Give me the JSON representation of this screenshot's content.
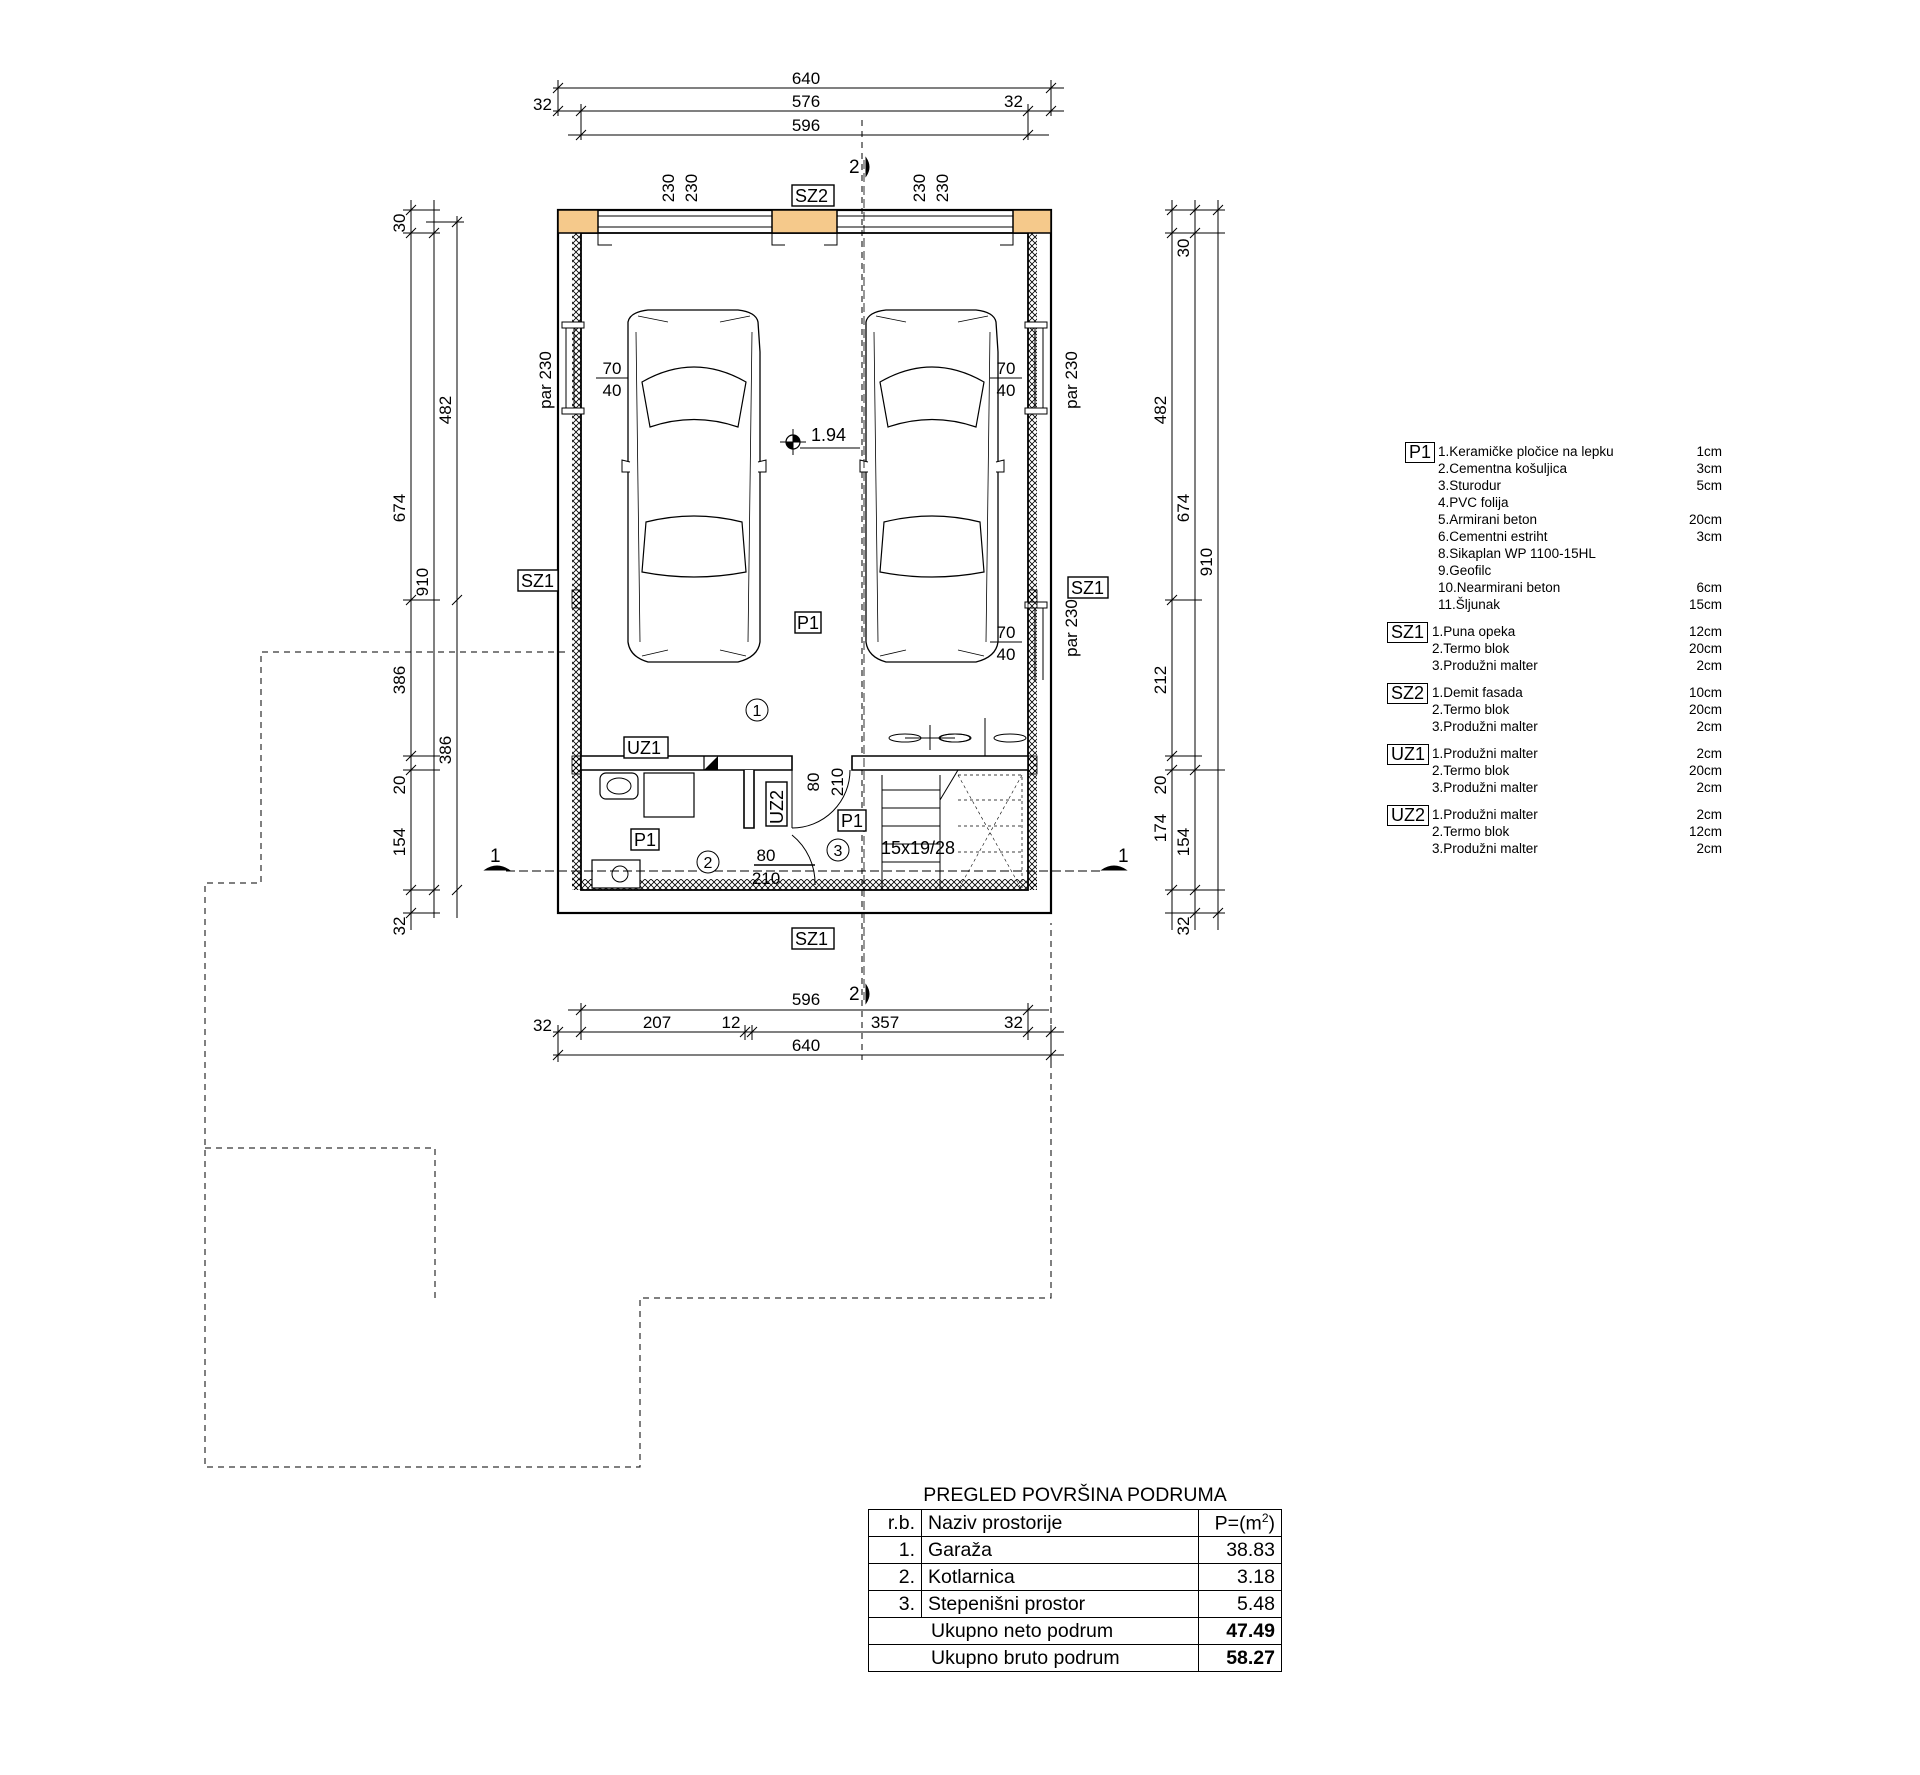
{
  "plan": {
    "top_dims": {
      "overall": "640",
      "inner": "576",
      "left_wall": "32",
      "right_wall": "32",
      "clear": "596"
    },
    "bottom_dims": {
      "clear": "596",
      "left_wall": "32",
      "seg1": "207",
      "seg2": "12",
      "seg3": "357",
      "right_wall": "32",
      "overall": "640"
    },
    "left_dims": {
      "top": "30",
      "upper": "674",
      "outer": "482",
      "total": "910",
      "lower": "386",
      "partition": "20",
      "bottom_room": "154",
      "bottom_wall": "32"
    },
    "right_dims": {
      "top": "30",
      "outer": "482",
      "upper": "674",
      "total": "910",
      "mid": "212",
      "partition": "20",
      "stair_room": "174",
      "bottom_room": "154",
      "bottom_wall": "32"
    },
    "window_labels": {
      "top_left": "230",
      "top_left_2": "230",
      "top_right": "230",
      "top_right_2": "230",
      "side_left": "par 230",
      "side_right_top": "par 230",
      "side_right_bottom": "par 230"
    },
    "window_sizes": {
      "w70": "70",
      "h40": "40"
    },
    "door_sizes": {
      "w80": "80",
      "h210": "210"
    },
    "wall_tags": {
      "sz1": "SZ1",
      "sz2": "SZ2",
      "uz1": "UZ1",
      "uz2": "UZ2"
    },
    "floor_tag": "P1",
    "level": "1.94",
    "rooms": {
      "r1": "1",
      "r2": "2",
      "r3": "3"
    },
    "stairs": "15x19/28",
    "section_1": "1",
    "section_2": "2"
  },
  "legend": [
    {
      "tag": "P1",
      "layers": [
        {
          "name": "1.Keramičke pločice na lepku",
          "thk": "1cm"
        },
        {
          "name": "2.Cementna košuljica",
          "thk": "3cm"
        },
        {
          "name": "3.Sturodur",
          "thk": "5cm"
        },
        {
          "name": "4.PVC folija",
          "thk": ""
        },
        {
          "name": "5.Armirani beton",
          "thk": "20cm"
        },
        {
          "name": "6.Cementni estriht",
          "thk": "3cm"
        },
        {
          "name": "8.Sikaplan WP 1100-15HL",
          "thk": ""
        },
        {
          "name": "9.Geofilc",
          "thk": ""
        },
        {
          "name": "10.Nearmirani beton",
          "thk": "6cm"
        },
        {
          "name": "11.Šljunak",
          "thk": "15cm"
        }
      ]
    },
    {
      "tag": "SZ1",
      "layers": [
        {
          "name": "1.Puna opeka",
          "thk": "12cm"
        },
        {
          "name": "2.Termo blok",
          "thk": "20cm"
        },
        {
          "name": "3.Produžni malter",
          "thk": "2cm"
        }
      ]
    },
    {
      "tag": "SZ2",
      "layers": [
        {
          "name": "1.Demit fasada",
          "thk": "10cm"
        },
        {
          "name": "2.Termo blok",
          "thk": "20cm"
        },
        {
          "name": "3.Produžni malter",
          "thk": "2cm"
        }
      ]
    },
    {
      "tag": "UZ1",
      "layers": [
        {
          "name": "1.Produžni malter",
          "thk": "2cm"
        },
        {
          "name": "2.Termo blok",
          "thk": "20cm"
        },
        {
          "name": "3.Produžni malter",
          "thk": "2cm"
        }
      ]
    },
    {
      "tag": "UZ2",
      "layers": [
        {
          "name": "1.Produžni malter",
          "thk": "2cm"
        },
        {
          "name": "2.Termo blok",
          "thk": "12cm"
        },
        {
          "name": "3.Produžni malter",
          "thk": "2cm"
        }
      ]
    }
  ],
  "areas": {
    "title": "PREGLED POVRŠINA PODRUMA",
    "header": {
      "rb": "r.b.",
      "name": "Naziv prostorije",
      "p": "P=(m",
      "p_sup": "2",
      "p_close": ")"
    },
    "rows": [
      {
        "rb": "1.",
        "name": "Garaža",
        "p": "38.83"
      },
      {
        "rb": "2.",
        "name": "Kotlarnica",
        "p": "3.18"
      },
      {
        "rb": "3.",
        "name": "Stepenišni prostor",
        "p": "5.48"
      }
    ],
    "net": {
      "label": "Ukupno neto podrum",
      "value": "47.49"
    },
    "gross": {
      "label": "Ukupno bruto podrum",
      "value": "58.27"
    }
  }
}
